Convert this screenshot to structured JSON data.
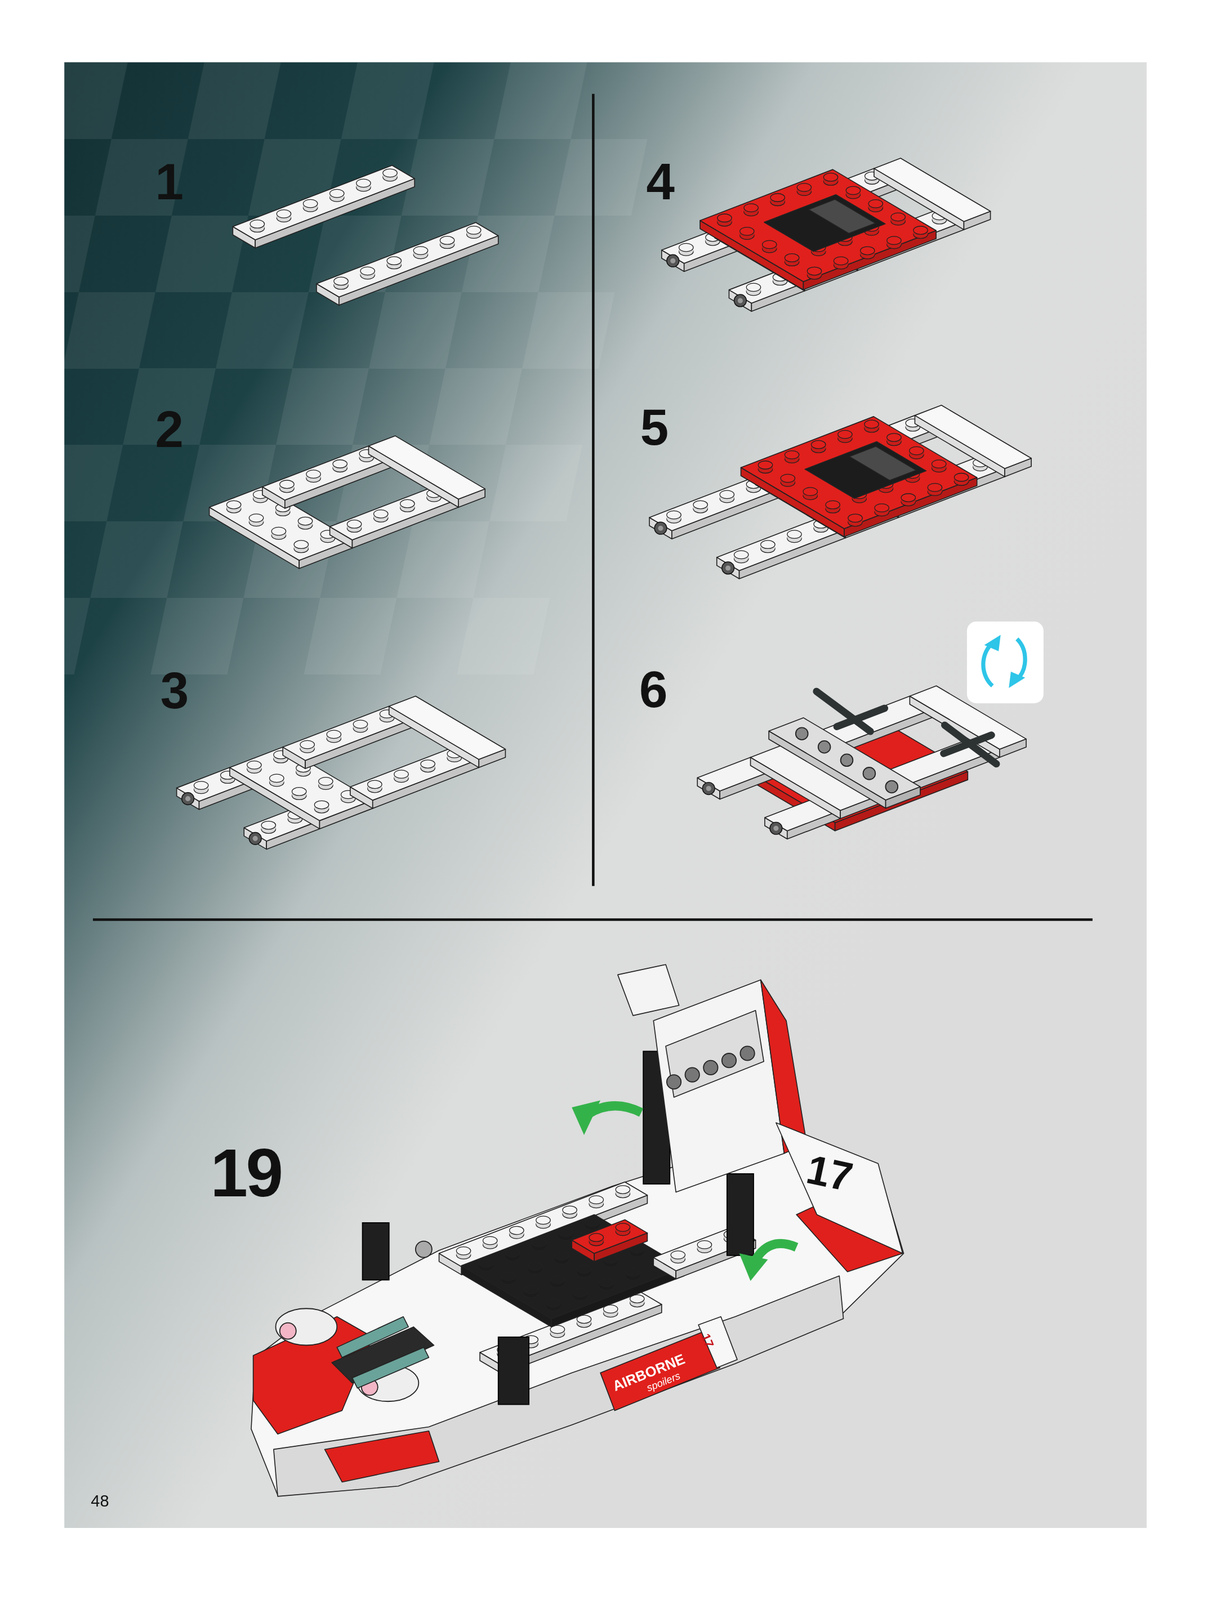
{
  "diagram": {
    "labels": [
      "1",
      "2",
      "3",
      "4",
      "5",
      "6",
      "19",
      "AIRBORNE",
      "spoilers",
      "17",
      "17",
      "48"
    ]
  }
}
